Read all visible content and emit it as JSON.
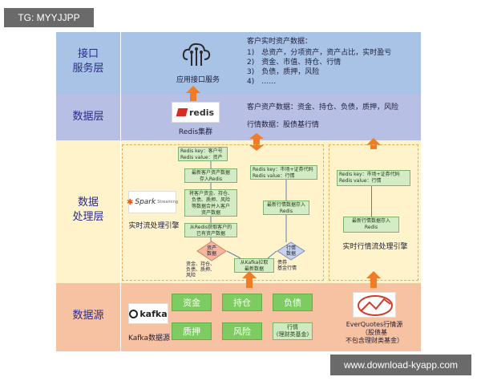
{
  "watermarks": {
    "top_left": "TG: MYYJJPP",
    "bottom_right": "www.download-kyapp.com"
  },
  "layers": {
    "api": "接口\n服务层",
    "data": "数据层",
    "processing": "数据\n处理层",
    "source": "数据源"
  },
  "api_layer": {
    "service_label": "应用接口服务",
    "title": "客户实时资产数据：",
    "items": [
      "1)　总资产，分项资产，资产占比，实时盈亏",
      "2)　资金、市值、持仓、行情",
      "3)　负债，质押，风险",
      "4)　……"
    ]
  },
  "data_layer": {
    "redis_logo": "redis",
    "redis_label": "Redis集群",
    "line1": "客户资产数据：资金、持仓、负债，质押，风险",
    "line2": "行情数据：股债基行情"
  },
  "processing_layer": {
    "spark_logo": "Spark",
    "spark_sub": "Streaming",
    "spark_label": "实时流处理引擎",
    "flow": {
      "b1": "Redis key：客户号\nRedis value：资产数据",
      "b2": "最新客户资产数据\n存入Redis",
      "b3": "将客户资金、持仓、\n负债、质押、风险\n等数据合并入客户\n资产数据",
      "b4": "从Redis获取客户的\n已有资产数据",
      "diamond1": "资产\n数据",
      "foot": "资金、持仓、\n负债、质押、\n风险",
      "kafka_fetch": "从Kafka拉取\n最新数据",
      "b5": "Redis key：市场+证券代码\nRedis value：行情",
      "b6": "最新行情数据存入\nRedis",
      "diamond2": "行情\n数据",
      "foot2": "债券\n基金行情"
    },
    "right_box1": "Redis key：市场+证券代码\nRedis value：行情",
    "right_box2": "最新行情数据存入\nRedis",
    "right_label": "实时行情流处理引擎"
  },
  "source_layer": {
    "kafka_logo": "kafka",
    "kafka_label": "Kafka数据源",
    "cells": [
      "资金",
      "持仓",
      "负债",
      "质押",
      "风险"
    ],
    "fund_cell": "行情\n(理财类基金)",
    "everquotes_label": "EverQuotes行情源\n（股债基\n不包含理财类基金）"
  },
  "colors": {
    "api_bg": "#a9c3e6",
    "data_bg": "#b7bfe4",
    "processing_bg": "#fff2c6",
    "source_bg": "#f7c4a6",
    "arrow": "#f07c26",
    "box_green": "#7ecb61"
  }
}
